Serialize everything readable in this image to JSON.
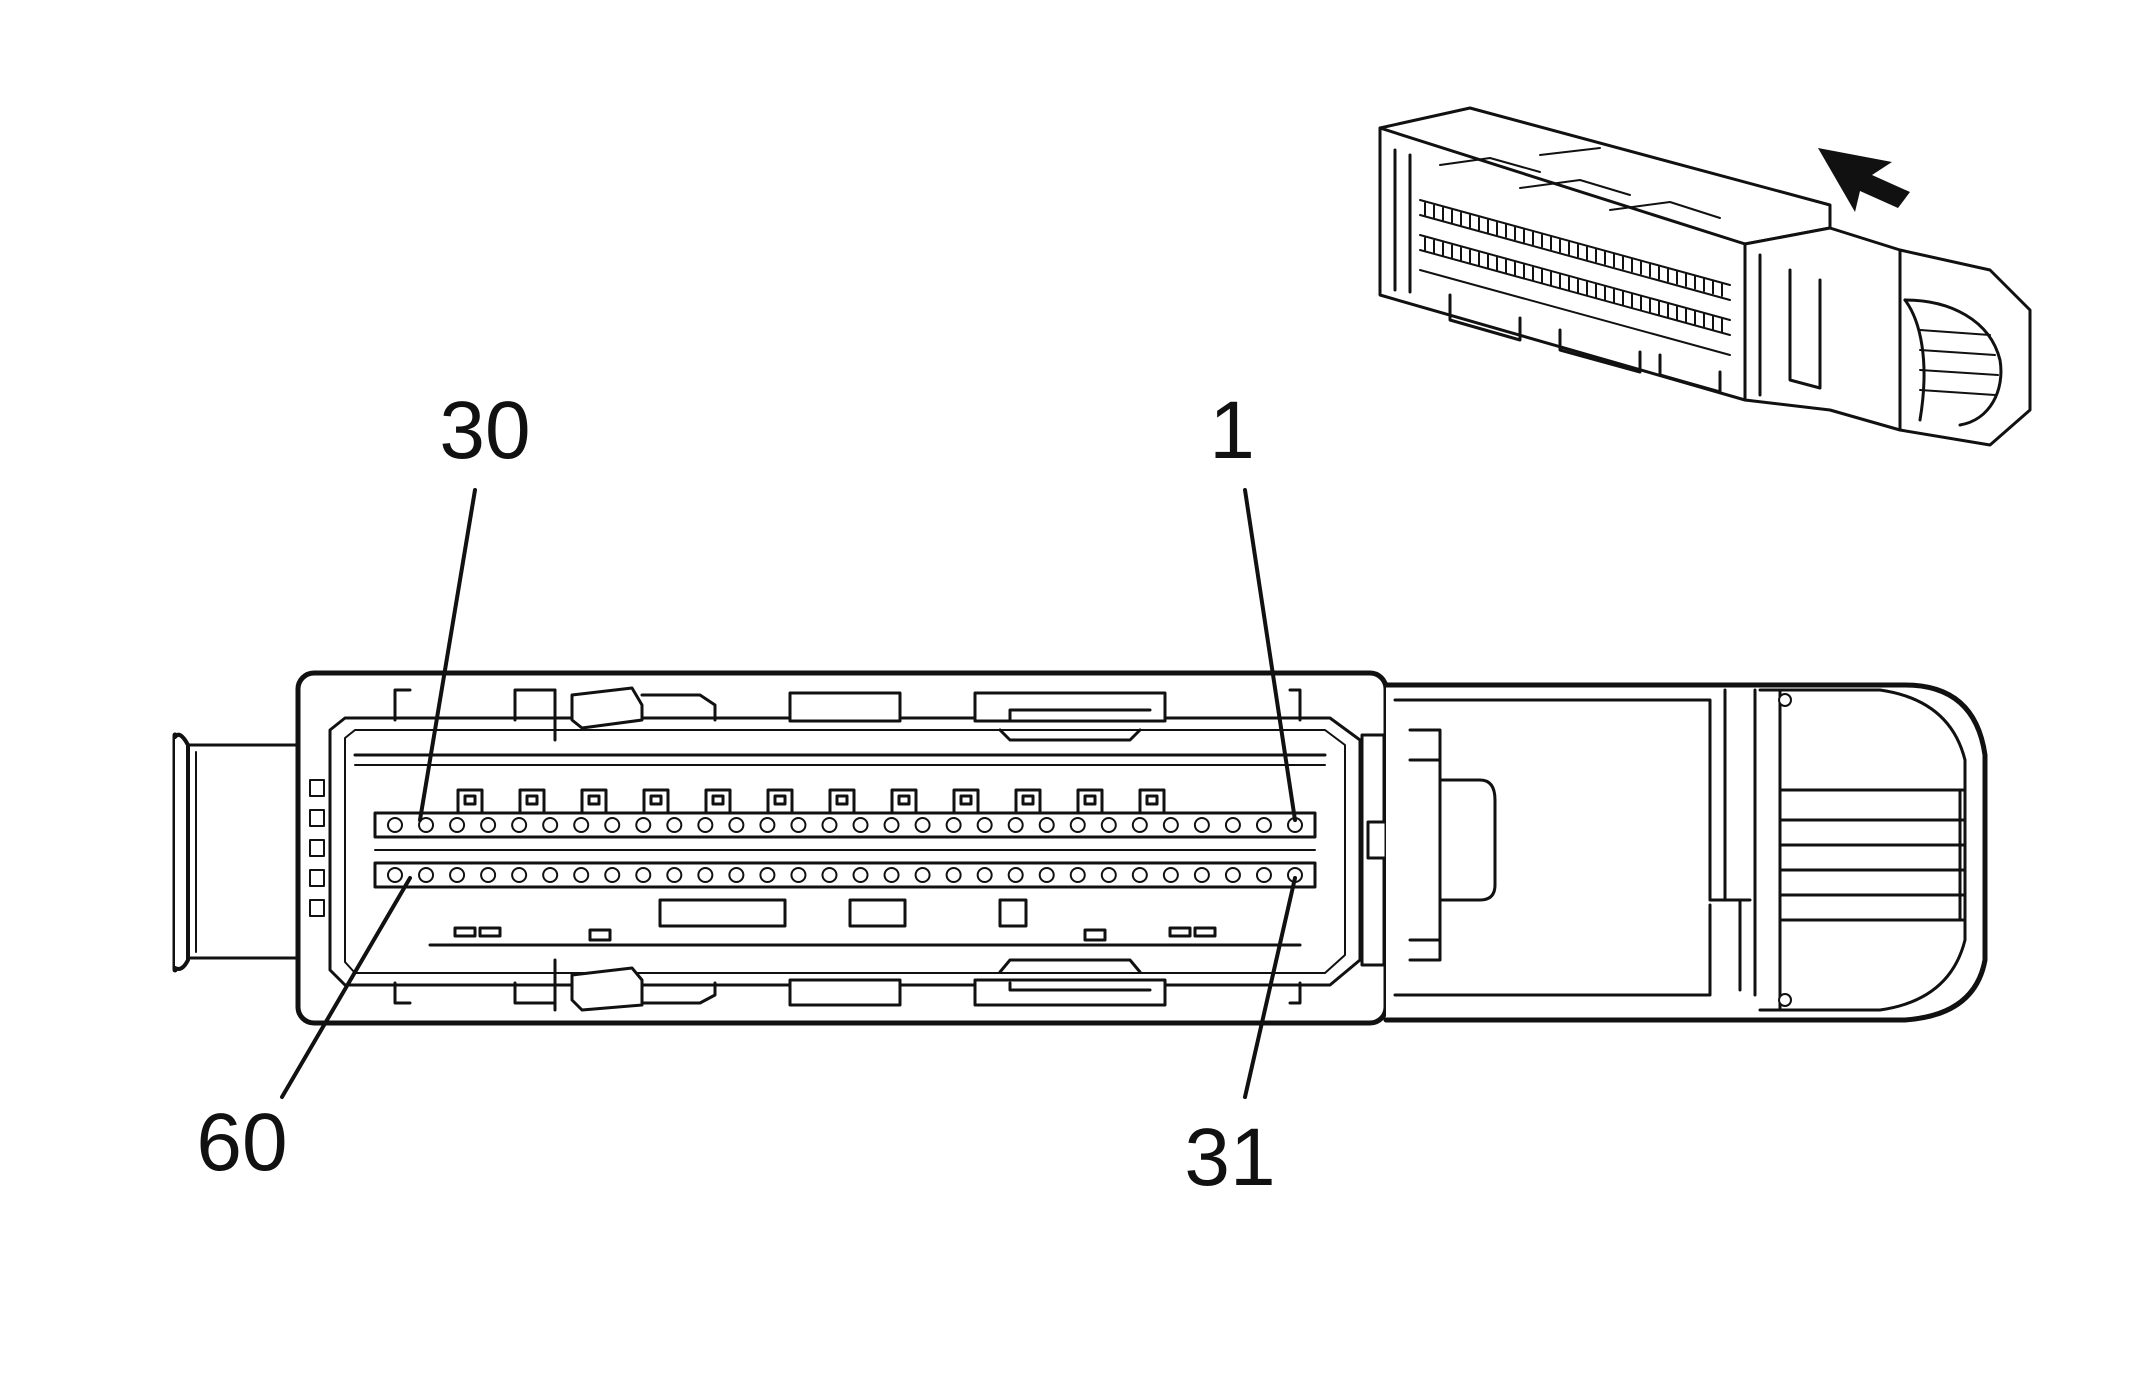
{
  "diagram": {
    "labels": {
      "pin_30": "30",
      "pin_1": "1",
      "pin_60": "60",
      "pin_31": "31"
    },
    "cavities": {
      "top_row_first": 1,
      "top_row_last": 30,
      "bottom_row_first": 31,
      "bottom_row_last": 60,
      "pins_per_row": 30
    },
    "colors": {
      "line": "#111111",
      "background": "#ffffff"
    },
    "icons": {
      "inset": "connector-isometric-icon",
      "direction": "arrow-icon"
    }
  }
}
